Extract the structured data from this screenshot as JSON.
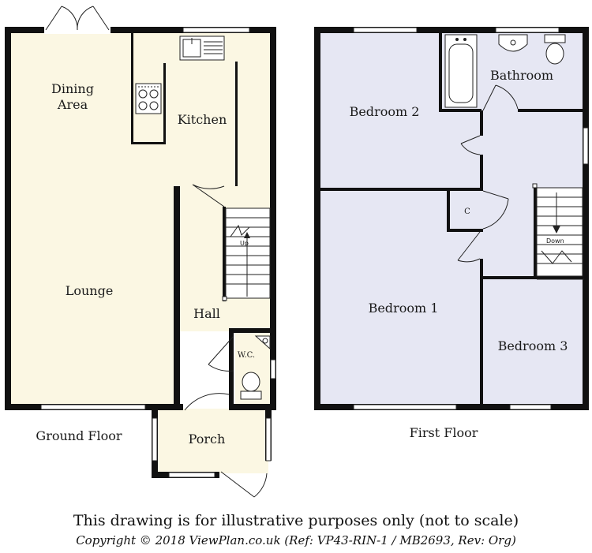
{
  "ground_floor": {
    "title": "Ground Floor",
    "rooms": {
      "dining_line1": "Dining",
      "dining_line2": "Area",
      "kitchen": "Kitchen",
      "lounge": "Lounge",
      "hall": "Hall",
      "wc": "W.C.",
      "porch": "Porch",
      "stairs_up": "Up"
    }
  },
  "first_floor": {
    "title": "First Floor",
    "rooms": {
      "bedroom2": "Bedroom 2",
      "bathroom": "Bathroom",
      "cupboard": "C",
      "bedroom1": "Bedroom 1",
      "bedroom3": "Bedroom 3",
      "stairs_down": "Down"
    }
  },
  "footer": {
    "disclaimer": "This drawing is for illustrative purposes only (not to scale)",
    "copyright": "Copyright © 2018 ViewPlan.co.uk  (Ref: VP43-RIN-1 / MB2693,  Rev: Org)"
  },
  "colors": {
    "ground_floor_fill": "#fbf7e3",
    "first_floor_fill": "#e6e7f3",
    "wall": "#111111"
  }
}
